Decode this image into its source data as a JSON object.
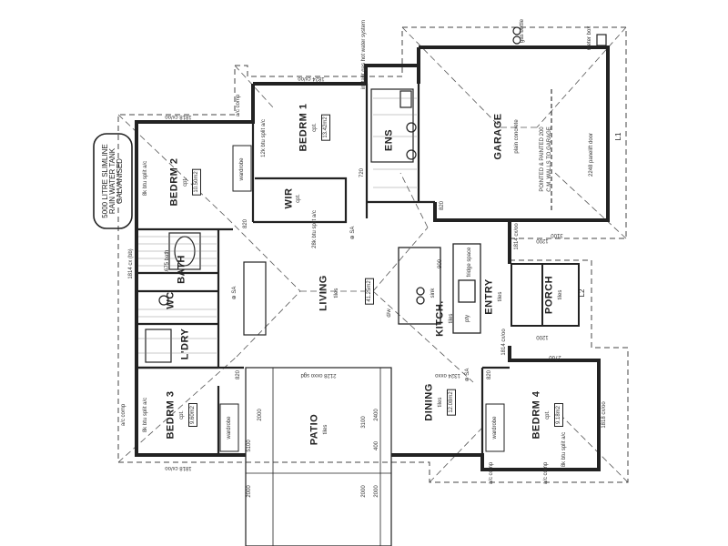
{
  "rooms": {
    "garage": "GARAGE",
    "garage_finish": "plain concrete",
    "garage_note_1": "POINTED & PAINTED 200",
    "garage_note_2": "C.M. WALLS TO GARAGE",
    "garage_door": "2248 panelift door",
    "bedrm1": "BEDRM 1",
    "bedrm1_finish": "cpt.",
    "bedrm1_area": "13.42m2",
    "ens": "ENS",
    "wir": "WIR",
    "wir_finish": "cpt.",
    "bedrm2": "BEDRM 2",
    "bedrm2_finish": "cpt.",
    "bedrm2_area": "10.50m2",
    "bath": "BATH",
    "wc": "WC",
    "ldry": "L'DRY",
    "bedrm3": "BEDRM 3",
    "bedrm3_finish": "cpt.",
    "bedrm3_area": "9.60m2",
    "living": "LIVING",
    "living_finish": "tiles",
    "living_area": "41.25m2",
    "kitch": "KITCH.",
    "kitch_finish": "tiles",
    "entry": "ENTRY",
    "entry_finish": "tiles",
    "porch": "PORCH",
    "porch_finish": "tiles",
    "dining": "DINING",
    "dining_finish": "tiles",
    "dining_area": "12.08m2",
    "bedrm4": "BEDRM 4",
    "bedrm4_finish": "cpt.",
    "bedrm4_area": "9.18m2",
    "patio": "PATIO",
    "patio_finish": "tiles"
  },
  "tank": {
    "line1": "5000 LITRE SLIMLINE",
    "line2": "RAIN WATER TANK",
    "line3": "GALVANISED"
  },
  "annotations": {
    "hot_water": "instant gas hot water system",
    "meter_box": "meter box",
    "gas_bottle": "gas bottle",
    "sa_1": "⊕ SA",
    "sa_2": "⊕ SA",
    "sa_3": "⊕ SA",
    "robe_1": "wardrobe",
    "robe_2": "wardrobe",
    "robe_3": "wardrobe",
    "split_1": "12k btu split a/c",
    "split_2": "8k btu split a/c",
    "split_3": "8k btu split a/c",
    "split_4": "8k btu split a/c",
    "split_5": "28k btu split a/c",
    "ac_comp_1": "a/c comp",
    "ac_comp_2": "a/c comp",
    "ac_comp_3": "a/c comp",
    "ac_comp_4": "a/c comp",
    "bath_size": "1675 bath",
    "dw": "d/w",
    "sink": "sink",
    "fridge": "fridge space",
    "pantry": "pty",
    "l1": "L1",
    "l2": "L2"
  },
  "dimensions": {
    "d1818_top": "1818 cx/oo",
    "d1818_bot": "1818 cx/oo",
    "d1824": "1824 cx/oo",
    "d1814_top": "1814 cx (bb)",
    "d1814_mid": "1814 cx/oo",
    "d1814_low": "1814 cx/oo",
    "d2128": "2128 oxxo sgd",
    "d1324": "1324 oxxo",
    "d1818_right": "1818 cx/oo",
    "d3100": "3100",
    "d1200a": "1200",
    "d1200b": "1200",
    "d2700": "2700",
    "d5100": "5100",
    "d2000a": "2000",
    "d2000b": "2000",
    "d3100b": "3100",
    "d2400": "2400",
    "d400": "400",
    "d2000c": "2000",
    "d2000d": "2000",
    "d720": "720",
    "d820a": "820",
    "d820b": "820",
    "d820c": "820",
    "d820d": "820",
    "d900": "900"
  }
}
